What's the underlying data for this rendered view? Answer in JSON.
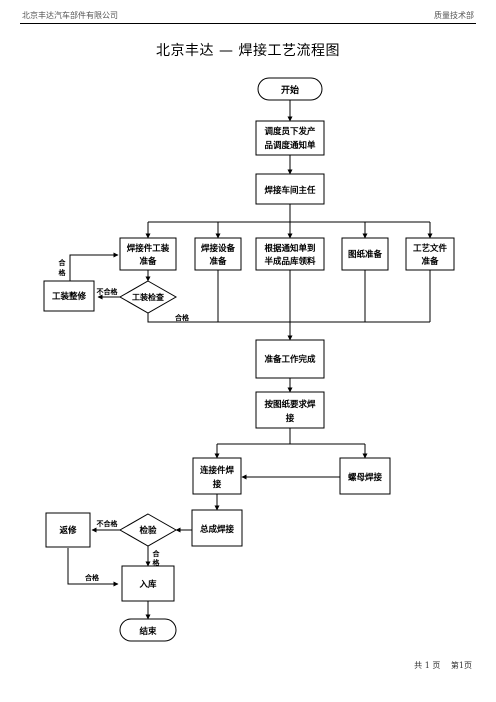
{
  "header": {
    "company": "北京丰达汽车部件有限公司",
    "department": "质量技术部"
  },
  "title": "北京丰达 — 焊接工艺流程图",
  "nodes": {
    "start": "开始",
    "dispatch": [
      "调度员下发产",
      "品调度通知单"
    ],
    "director": "焊接车间主任",
    "weld_fixture": [
      "焊接件工装",
      "准备"
    ],
    "weld_equipment": [
      "焊接设备",
      "准备"
    ],
    "semi_product": [
      "根据通知单到",
      "半成品库领料"
    ],
    "drawing": "图纸准备",
    "process_doc": [
      "工艺文件",
      "准备"
    ],
    "fixture_check": "工装检查",
    "fixture_repair": "工装整修",
    "ready": "准备工作完成",
    "weld_by_drawing": [
      "按图纸要求焊",
      "接"
    ],
    "connector_weld": [
      "连接件焊",
      "接"
    ],
    "nut_weld": "螺母焊接",
    "assembly_weld": "总成焊接",
    "inspection": "检验",
    "rework": "返修",
    "storage": "入库",
    "end": "结束"
  },
  "labels": {
    "qualified_vertical": [
      "合",
      "格"
    ],
    "unqualified": "不合格",
    "qualified": "合格"
  },
  "footer": {
    "pages": "共 1 页",
    "page": "第1页"
  }
}
